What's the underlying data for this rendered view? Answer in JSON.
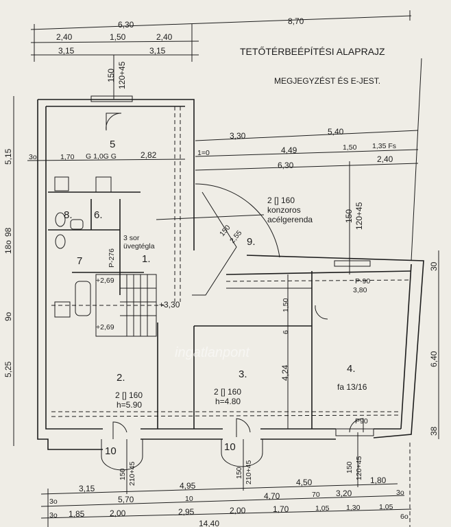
{
  "title": "TETŐTÉRBEÉPÍTÉSI ALAPRAJZ",
  "subtitle": "MEGJEGYZÉST ÉS E-JEST.",
  "watermark": "ingatlanpont",
  "top_dims": {
    "a": "6,30",
    "b": "8,70",
    "c": "2,40",
    "d": "1,50",
    "e": "2,40",
    "f": "3,15",
    "g": "3,15",
    "h": "150",
    "i": "120+45"
  },
  "inner_dims": {
    "a": "3,30",
    "b": "5,40",
    "c": "1=0",
    "d": "4,49",
    "e": "1,50",
    "f": "1,35 Fs",
    "g": "6,30",
    "h": "2,40",
    "i": "3o",
    "j": "1,70",
    "k": "G 1,0G G",
    "l": "2,82"
  },
  "left_dims": {
    "a": "5,15",
    "b": "18o",
    "c": "98",
    "d": "9o",
    "e": "5,25"
  },
  "right_dims": {
    "a": "150",
    "b": "120+45",
    "c": "30",
    "d": "6,40",
    "e": "38"
  },
  "rooms": {
    "r5": "5",
    "r8": "8.",
    "r6": "6.",
    "r7": "7",
    "r1": "1.",
    "r9": "9.",
    "r2": "2.",
    "r3": "3.",
    "r4": "4.",
    "r10a": "10",
    "r10b": "10"
  },
  "notes": {
    "beam1": "2 [] 160",
    "beam2": "konzoros",
    "beam3": "acélgerenda",
    "glass1": "3 sor",
    "glass2": "üvegtégla",
    "level": "+3,30",
    "step1": "+2,69",
    "step2": "+2,69",
    "diag1": "150",
    "diag2": "2,55",
    "p90a": "P-90",
    "w380": "3,80",
    "v150": "1,50",
    "v6": "6",
    "v424": "4,24",
    "b2a": "2 [] 160",
    "b2b": "h=5.90",
    "b3a": "2 [] 160",
    "b3b": "h=4.80",
    "fa": "fa 13/16",
    "p90b": "P90",
    "p276": "P-276",
    "w1a": "150",
    "w1b": "210+45",
    "w2a": "150",
    "w2b": "210+45",
    "w3a": "150",
    "w3b": "120+45"
  },
  "bottom_dims": {
    "row1": [
      "3,15",
      "4,95",
      "4,50",
      "1,80"
    ],
    "row2": [
      "3o",
      "5,70",
      "10",
      "4,70",
      "70",
      "3,20",
      "3o"
    ],
    "row3": [
      "3o",
      "1,85",
      "2,00",
      "2,95",
      "2,00",
      "1,70",
      "1,05",
      "1,30",
      "1,05",
      "6o"
    ],
    "total": "14,40"
  }
}
